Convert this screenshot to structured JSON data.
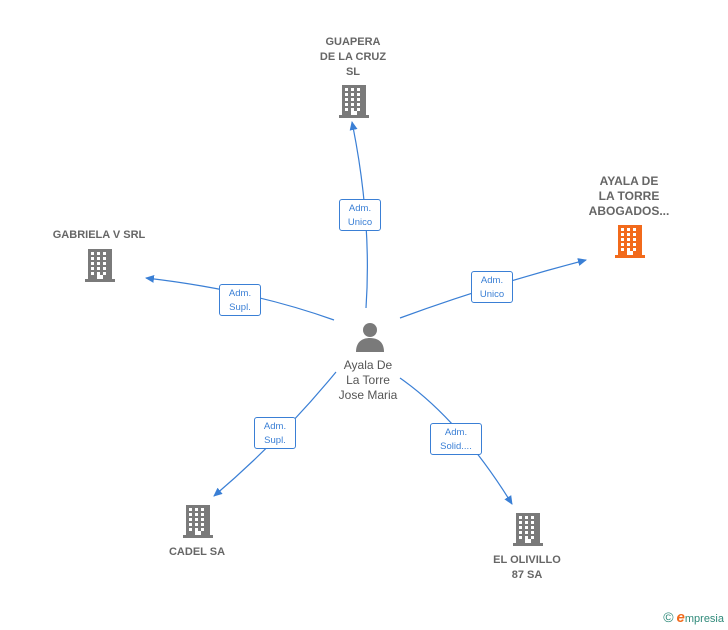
{
  "center": {
    "name_lines": [
      "Ayala De",
      "La Torre",
      "Jose Maria"
    ]
  },
  "nodes": [
    {
      "id": "guapera",
      "lines": [
        "GUAPERA",
        "DE LA CRUZ",
        "SL"
      ],
      "highlight": false
    },
    {
      "id": "ayala",
      "lines": [
        "AYALA DE",
        "LA TORRE",
        "ABOGADOS..."
      ],
      "highlight": true
    },
    {
      "id": "gabriela",
      "lines": [
        "GABRIELA V SRL"
      ],
      "highlight": false
    },
    {
      "id": "cadel",
      "lines": [
        "CADEL SA"
      ],
      "highlight": false
    },
    {
      "id": "olivillo",
      "lines": [
        "EL OLIVILLO",
        "87 SA"
      ],
      "highlight": false
    }
  ],
  "edges": [
    {
      "to": "guapera",
      "role": [
        "Adm.",
        "Unico"
      ]
    },
    {
      "to": "ayala",
      "role": [
        "Adm.",
        "Unico"
      ]
    },
    {
      "to": "gabriela",
      "role": [
        "Adm.",
        "Supl."
      ]
    },
    {
      "to": "cadel",
      "role": [
        "Adm.",
        "Supl."
      ]
    },
    {
      "to": "olivillo",
      "role": [
        "Adm.",
        "Solid...."
      ]
    }
  ],
  "colors": {
    "edge": "#3a7fd5",
    "company": "#7a7a7a",
    "highlight": "#f26a1b",
    "person": "#7a7a7a"
  },
  "icons": {
    "company": "building-icon",
    "person": "person-icon"
  },
  "footer": {
    "copyright": "©",
    "brand_initial": "e",
    "brand_rest": "mpresia"
  }
}
